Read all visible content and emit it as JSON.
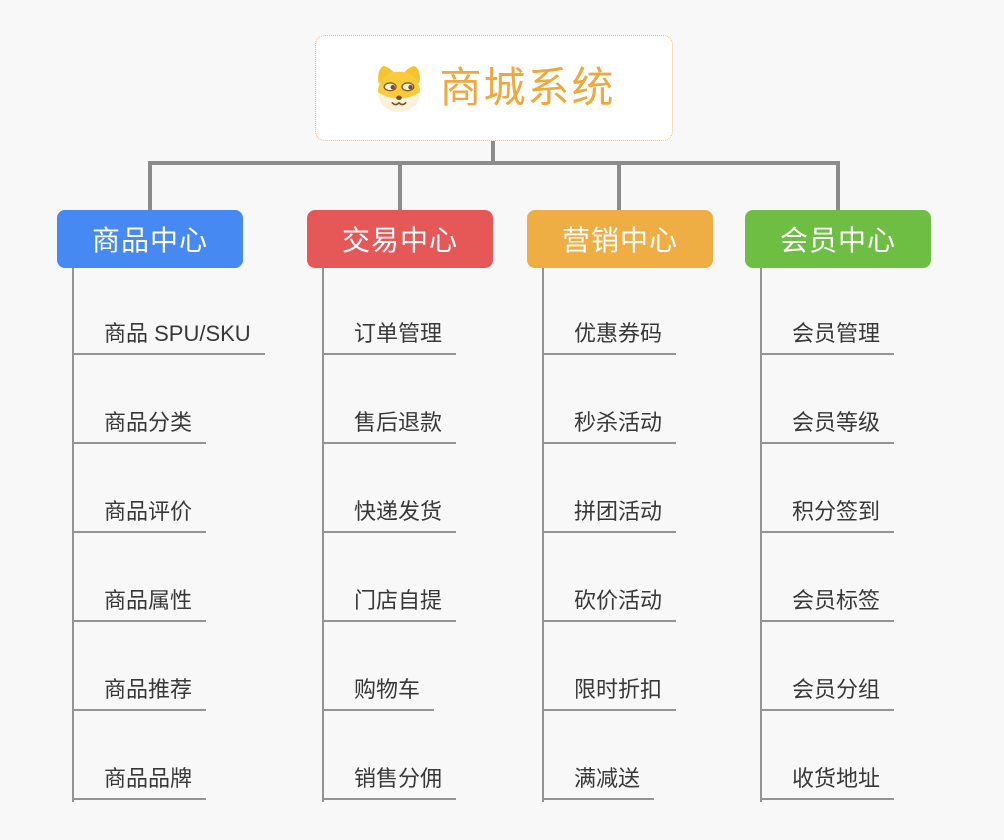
{
  "root": {
    "title": "商城系统",
    "icon": "shiba-dog-icon",
    "accent_color": "#F0A73B"
  },
  "branches": [
    {
      "label": "商品中心",
      "color": "#4689F3",
      "children": [
        "商品 SPU/SKU",
        "商品分类",
        "商品评价",
        "商品属性",
        "商品推荐",
        "商品品牌"
      ]
    },
    {
      "label": "交易中心",
      "color": "#E65858",
      "children": [
        "订单管理",
        "售后退款",
        "快递发货",
        "门店自提",
        "购物车",
        "销售分佣"
      ]
    },
    {
      "label": "营销中心",
      "color": "#EFAE43",
      "children": [
        "优惠券码",
        "秒杀活动",
        "拼团活动",
        "砍价活动",
        "限时折扣",
        "满减送"
      ]
    },
    {
      "label": "会员中心",
      "color": "#6FBE44",
      "children": [
        "会员管理",
        "会员等级",
        "积分签到",
        "会员标签",
        "会员分组",
        "收货地址"
      ]
    }
  ],
  "connector_color": "#8C8C8C",
  "line_color": "#949494"
}
